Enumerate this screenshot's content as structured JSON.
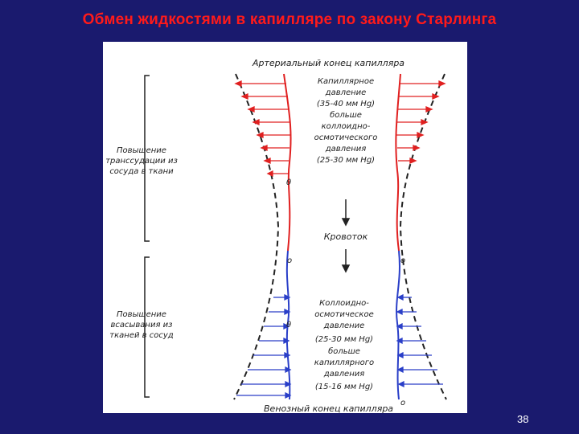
{
  "slide": {
    "title": "Обмен жидкостями в капилляре по закону Старлинга",
    "page_number": "38"
  },
  "figure": {
    "top_label": "Артериальный конец капилляра",
    "bottom_label": "Венозный конец капилляра",
    "left_top_label": [
      "Повышение",
      "транссудации из",
      "сосуда в ткани"
    ],
    "left_bottom_label": [
      "Повышение",
      "всасывания из",
      "тканей в сосуд"
    ],
    "arterial_text": [
      "Капиллярное",
      "давление",
      "(35-40 мм Hg)",
      "больше",
      "коллоидно-",
      "осмотического",
      "давления",
      "(25-30 мм Hg)"
    ],
    "flow_label": "Кровоток",
    "venous_text": [
      "Коллоидно-",
      "осмотическое",
      "давление",
      "(25-30 мм Hg)",
      "больше",
      "капиллярного",
      "давления",
      "(15-16 мм Hg)"
    ],
    "marks": {
      "theta_1": "θ",
      "theta_2": "θ",
      "o_1": "o",
      "o_2": "o",
      "o_3": "o"
    },
    "colors": {
      "arterial": "#e02020",
      "venous": "#2a3fc8",
      "ink": "#222222",
      "background": "#1a1a6e",
      "title": "#ff1a1a"
    }
  }
}
